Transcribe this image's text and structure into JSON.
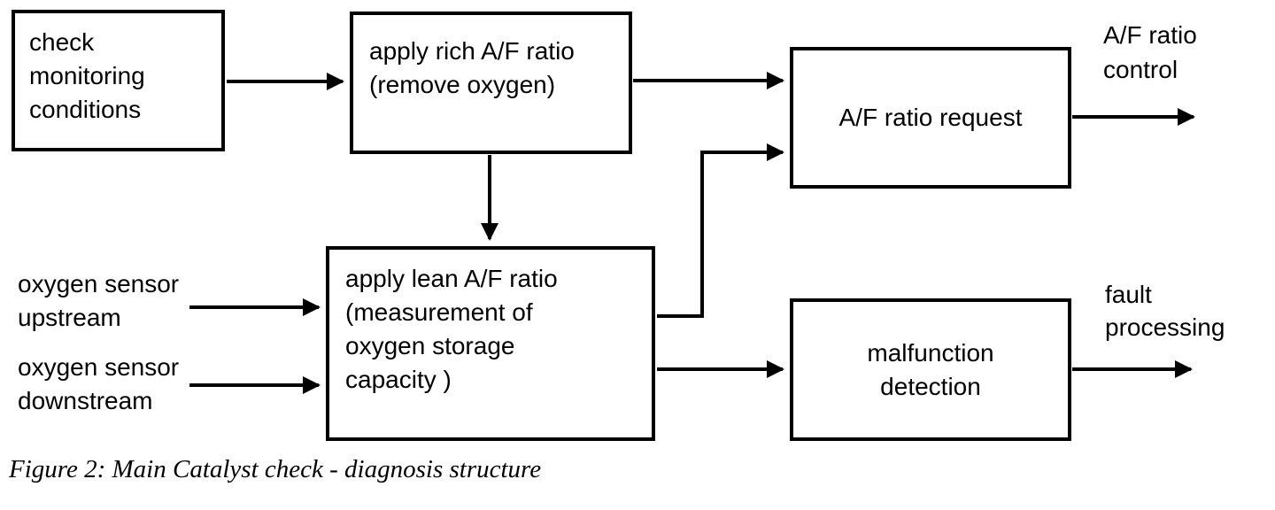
{
  "diagram": {
    "boxes": {
      "check_monitoring": "check\nmonitoring\nconditions",
      "apply_rich": "apply rich A/F ratio\n(remove oxygen)",
      "af_ratio_request": "A/F ratio request",
      "apply_lean": "apply lean A/F ratio\n(measurement of\noxygen storage\ncapacity )",
      "malfunction_detection": "malfunction\ndetection"
    },
    "inputs": {
      "oxygen_upstream": "oxygen sensor\nupstream",
      "oxygen_downstream": "oxygen sensor\ndownstream"
    },
    "outputs": {
      "af_ratio_control": "A/F ratio\ncontrol",
      "fault_processing": "fault\nprocessing"
    },
    "caption": "Figure 2: Main Catalyst check - diagnosis structure",
    "colors": {
      "line": "#000000",
      "background": "#ffffff",
      "text": "#000000"
    }
  }
}
